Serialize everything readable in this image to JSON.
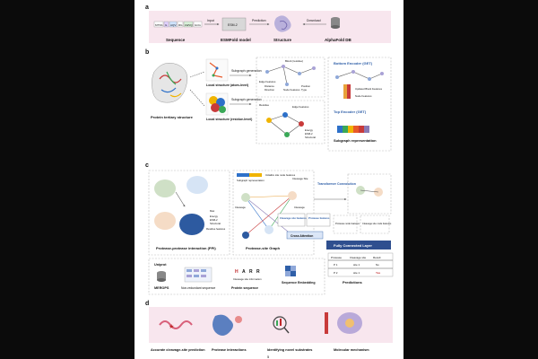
{
  "panels": {
    "a": {
      "letter": "a",
      "sequence": [
        "MTSS",
        "G",
        "AQV",
        "RG",
        "LWVQ",
        "GCG"
      ],
      "sequence_label": "Sequence",
      "input_label": "Input",
      "model_name": "ESM-2",
      "model_label": "ESMFold model",
      "prediction_label": "Prediction",
      "structure_label": "Structure",
      "download_label": "Download",
      "db_label": "AlphaFold DB"
    },
    "b": {
      "letter": "b",
      "protein_label": "Protein tertiary structure",
      "subgraph_top": "Subgraph generation",
      "subgraph_bottom": "Subgraph generation",
      "local_atom": "Local structure (atom-level)",
      "local_residue": "Local structure (residue-level)",
      "bottom_encoder": "Bottom Encoder (GET)",
      "top_encoder": "Top Encoder (GET)",
      "subgraph_repr": "Subgraph representation",
      "block_label": "Block (residue)",
      "edge_features": "Edge Features",
      "distance": "Distance",
      "direction": "Direction",
      "node_features": "Node Features",
      "position": "Position",
      "type": "Type",
      "updated_block": "Updated Block Features",
      "updated_node": "Node Features",
      "residue_label": "Residue",
      "energy": "Energy",
      "esm2": "ESM-2",
      "structural": "Structural"
    },
    "c": {
      "letter": "c",
      "ppi_label": "Protease-protease interaction (PPI)",
      "energy": "Energy",
      "esm2": "ESM-2",
      "structural": "Structural",
      "residue_features": "Residue features",
      "max_label": "Max",
      "subgraph_repr": "Subgraph representation",
      "init_site": "Initialize site node features",
      "cleavage_site": "Cleavage Site",
      "cleavage": "Cleavage",
      "graph_label": "Protease-site Graph",
      "transformer": "Transformer Convolution",
      "cleavage_feats": "Cleavage site features",
      "protease_feats": "Protease features",
      "cross_attention": "Cross Attention",
      "protease_node": "Protease node features",
      "cleavage_node": "Cleavage site node features",
      "fcl": "Fully Connected Layer",
      "uniprot": "Uniprot",
      "merops": "MEROPS",
      "nonredundant": "Non-redundant sequence",
      "protein_sequence": "Protein sequence",
      "cleavage_info": "Cleavage site information",
      "seq_embedding": "Sequence Embedding",
      "predictions": "Predictions",
      "table_headers": [
        "Protease",
        "Cleavage site",
        "Result"
      ],
      "table_rows": [
        {
          "protease": "P 1",
          "site": "site 1",
          "result": "No"
        },
        {
          "protease": "P 2",
          "site": "site 1",
          "result": "Yes"
        }
      ],
      "aa_letters": [
        "H",
        "A",
        "R",
        "R"
      ]
    },
    "d": {
      "letter": "d",
      "captions": [
        "Accurate cleavage-site prediction",
        "Protease interactions",
        "Identifying novel substrates",
        "Molecular mechanism"
      ]
    }
  },
  "page_number": "5",
  "colors": {
    "pink": "#f3dfe8",
    "purple": "#8b7bb5",
    "blue": "#2f5fa8",
    "red": "#c0292b"
  }
}
